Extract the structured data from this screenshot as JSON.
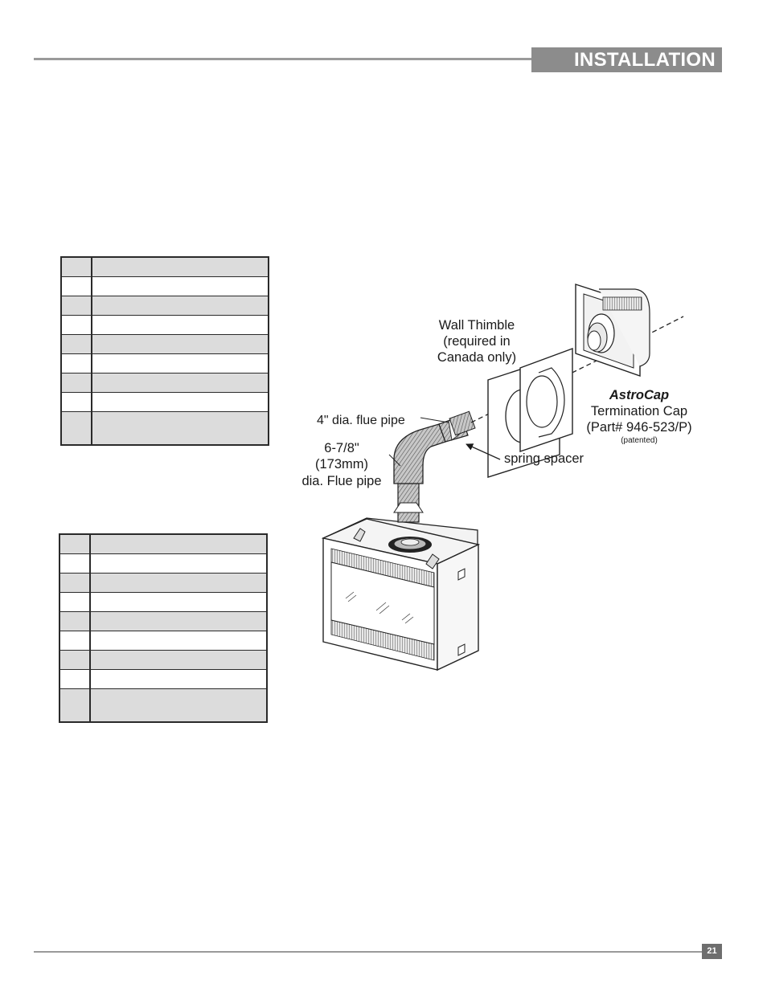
{
  "header": {
    "section_title": "INSTALLATION"
  },
  "tables": [
    {
      "rows": [
        {
          "shaded": true,
          "tall": false
        },
        {
          "shaded": false,
          "tall": false
        },
        {
          "shaded": true,
          "tall": false
        },
        {
          "shaded": false,
          "tall": false
        },
        {
          "shaded": true,
          "tall": false
        },
        {
          "shaded": false,
          "tall": false
        },
        {
          "shaded": true,
          "tall": false
        },
        {
          "shaded": false,
          "tall": false
        },
        {
          "shaded": true,
          "tall": true
        }
      ]
    },
    {
      "rows": [
        {
          "shaded": true,
          "tall": false
        },
        {
          "shaded": false,
          "tall": false
        },
        {
          "shaded": true,
          "tall": false
        },
        {
          "shaded": false,
          "tall": false
        },
        {
          "shaded": true,
          "tall": false
        },
        {
          "shaded": false,
          "tall": false
        },
        {
          "shaded": true,
          "tall": false
        },
        {
          "shaded": false,
          "tall": false
        },
        {
          "shaded": true,
          "tall": true
        }
      ]
    }
  ],
  "diagram": {
    "wall_thimble_line1": "Wall Thimble",
    "wall_thimble_line2": "(required in",
    "wall_thimble_line3": "Canada only)",
    "astrocap_name": "AstroCap",
    "termination_cap": "Termination Cap",
    "part_number": "(Part# 946-523/P)",
    "patented": "(patented)",
    "flue_4in": "4\" dia. flue pipe",
    "flue_678_line1": "6-7/8\"",
    "flue_678_line2": "(173mm)",
    "flue_678_line3": "dia. Flue pipe",
    "spring_spacer": "spring spacer"
  },
  "footer": {
    "page_number": "21"
  },
  "colors": {
    "tab_gray": "#8c8c8c",
    "page_number_gray": "#6e6e6e",
    "row_shade": "#dcdcdc"
  }
}
